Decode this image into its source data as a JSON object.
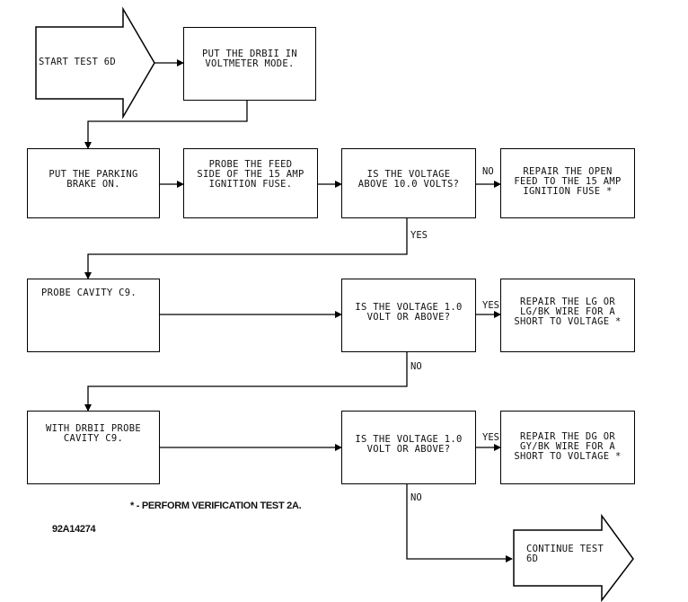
{
  "nodes": {
    "start": "START TEST 6D",
    "voltmeter": "PUT THE DRBII IN\nVOLTMETER MODE.",
    "parking": "PUT THE PARKING\nBRAKE ON.",
    "probe_feed": "PROBE THE FEED\nSIDE OF THE 15 AMP\nIGNITION FUSE.",
    "q_above10": "IS THE VOLTAGE\nABOVE 10.0 VOLTS?",
    "repair_open": "REPAIR THE OPEN\nFEED TO THE 15 AMP\nIGNITION FUSE *",
    "probe_c9": "PROBE CAVITY C9.",
    "q_1volt_a": "IS THE VOLTAGE 1.0\nVOLT OR ABOVE?",
    "repair_lg": "REPAIR THE LG OR\nLG/BK WIRE FOR A\nSHORT TO VOLTAGE *",
    "drbii_probe": "WITH DRBII PROBE\nCAVITY C9.",
    "q_1volt_b": "IS THE VOLTAGE 1.0\nVOLT OR ABOVE?",
    "repair_dg": "REPAIR THE DG OR\nGY/BK WIRE FOR A\nSHORT TO VOLTAGE *",
    "continue": "CONTINUE TEST\n6D"
  },
  "edges": {
    "no_1": "NO",
    "yes_1": "YES",
    "yes_2": "YES",
    "no_2": "NO",
    "yes_3": "YES",
    "no_3": "NO"
  },
  "footnote": "* - PERFORM VERIFICATION TEST 2A.",
  "figure_id": "92A14274"
}
